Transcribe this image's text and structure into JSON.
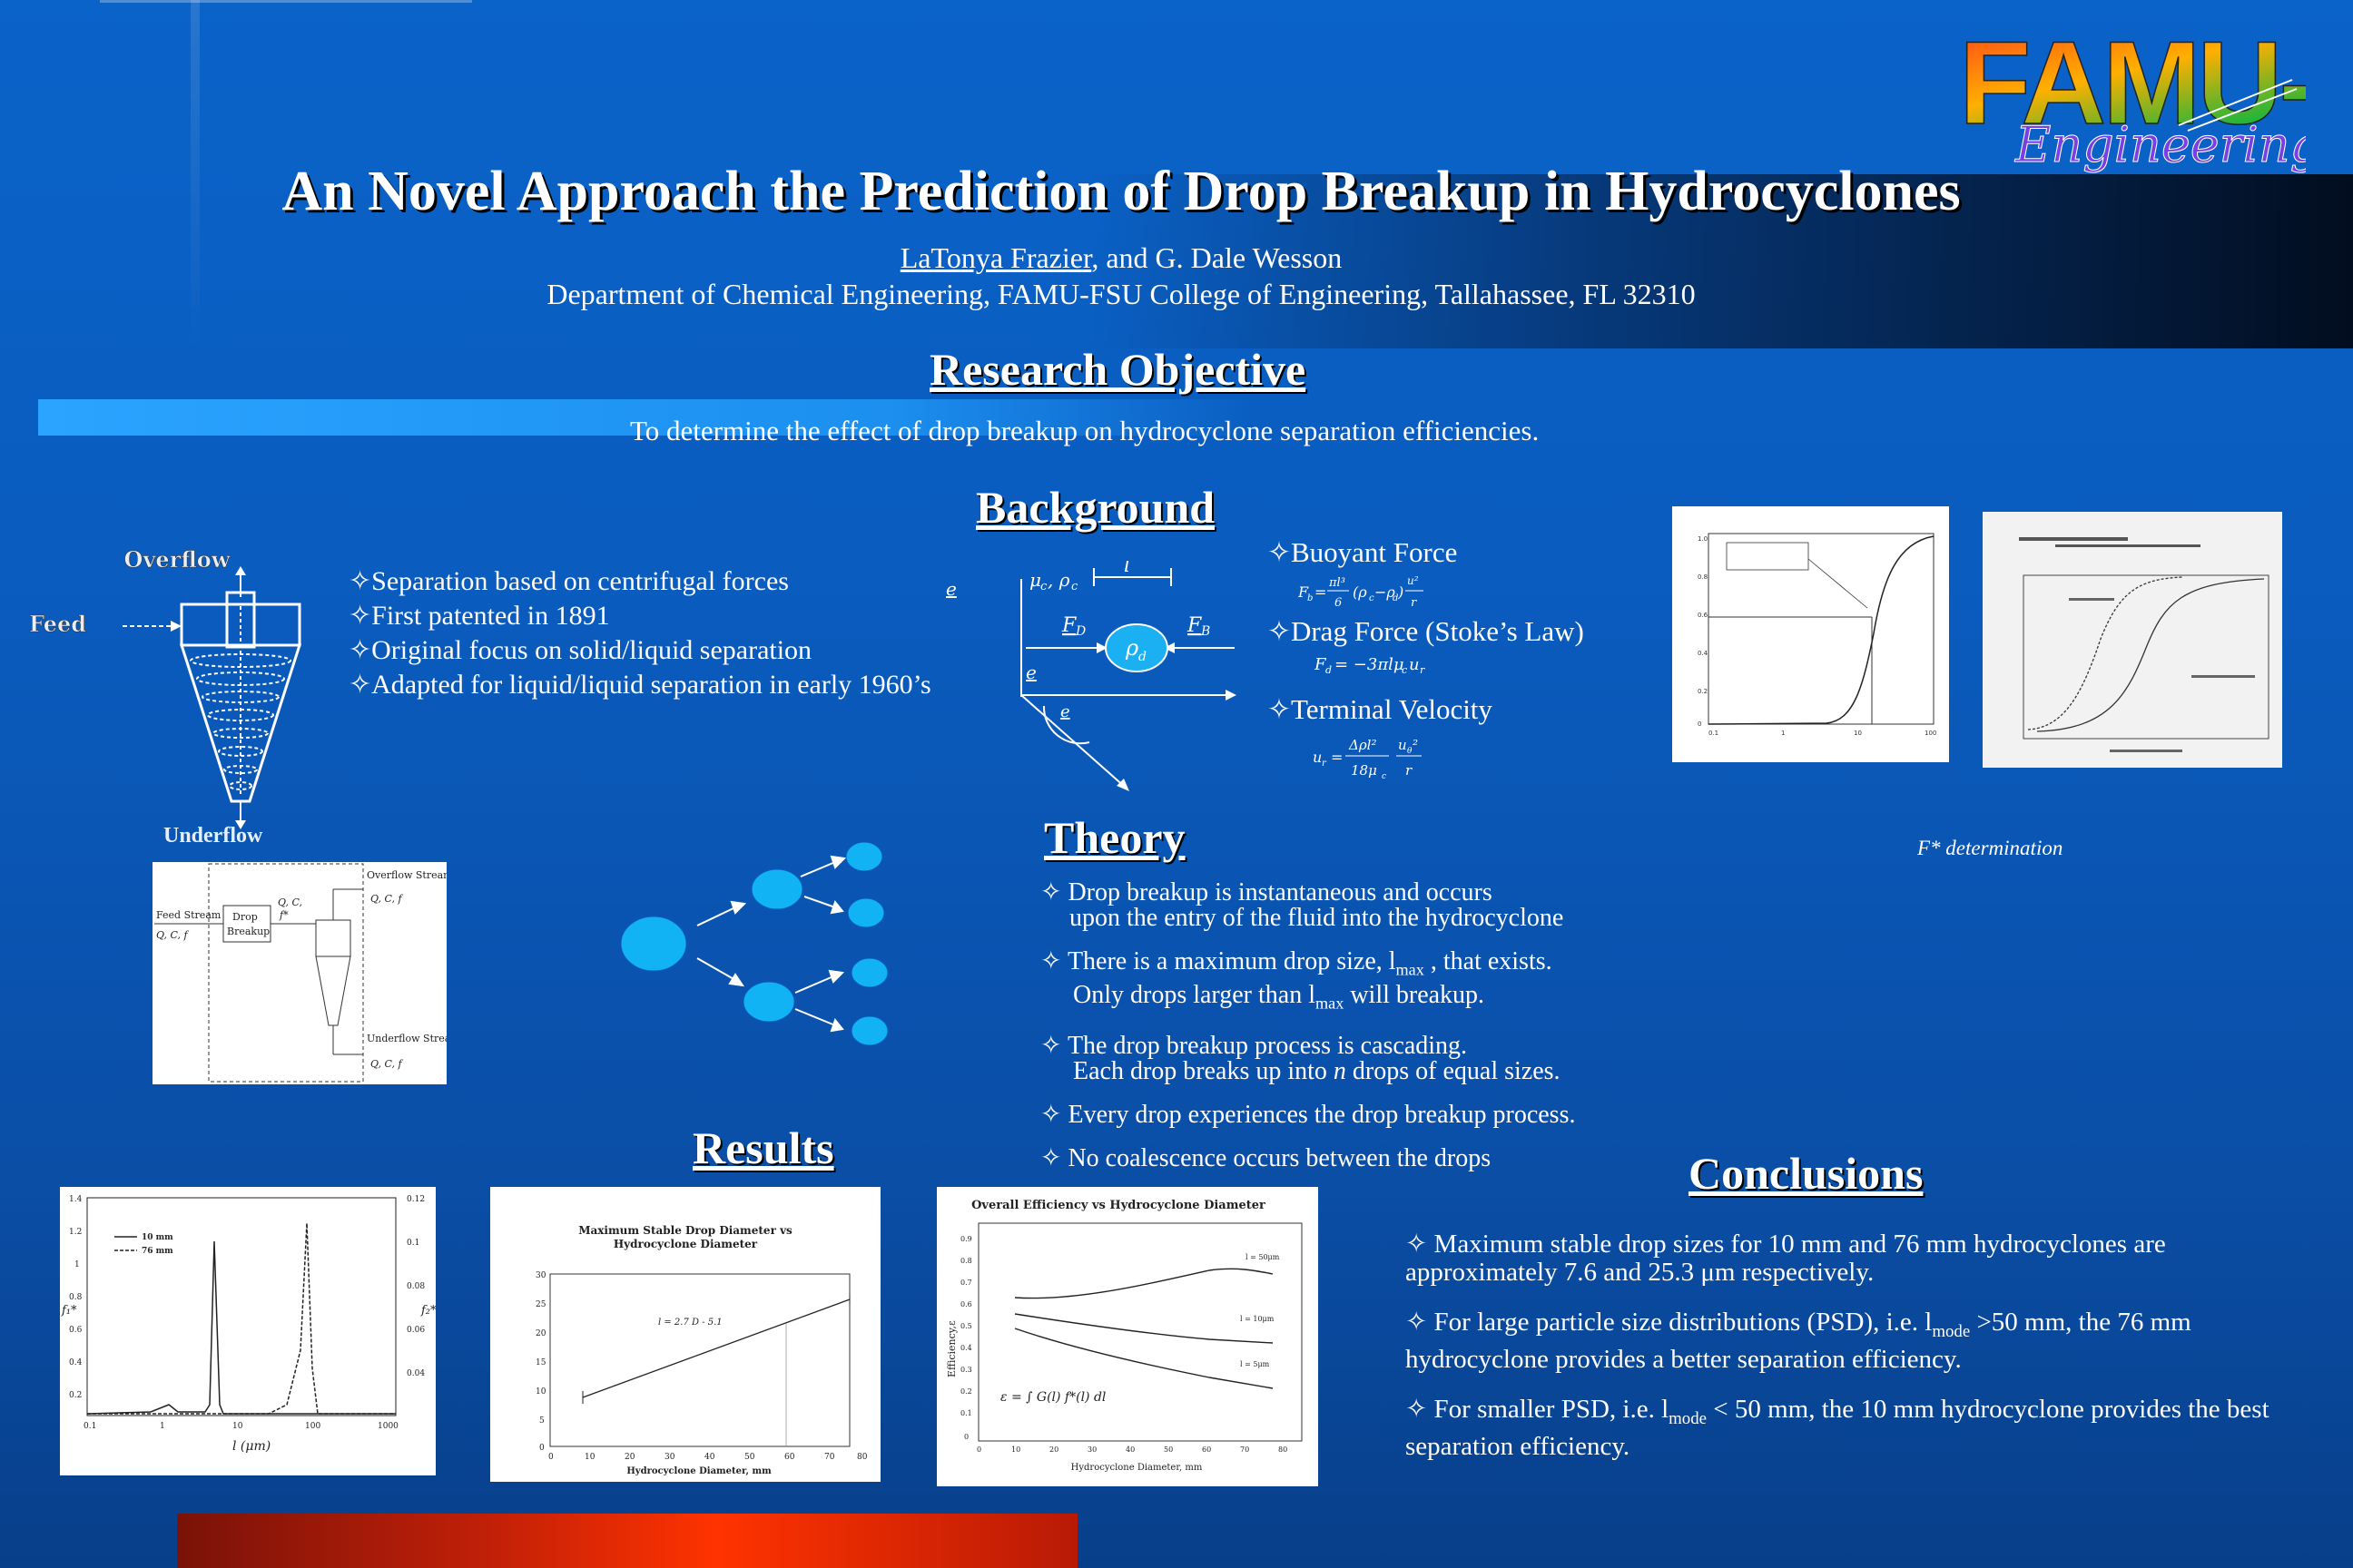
{
  "header": {
    "title": "An Novel Approach the Prediction of Drop Breakup in Hydrocyclones",
    "author_1": "LaTonya Frazier",
    "author_rest": ", and G. Dale Wesson",
    "department": "Department of Chemical Engineering, FAMU-FSU College of Engineering, Tallahassee, FL 32310",
    "logo_main": "FAMU-FSU",
    "logo_sub": "Engineering"
  },
  "objective": {
    "heading": "Research Objective",
    "text": "To determine the effect of drop breakup on hydrocyclone separation efficiencies."
  },
  "background": {
    "heading": "Background",
    "labels": {
      "overflow": "Overflow",
      "feed": "Feed",
      "underflow": "Underflow"
    },
    "bullets": [
      "✧Separation based on centrifugal forces",
      "✧First patented in 1891",
      "✧Original focus on solid/liquid separation",
      "✧Adapted for liquid/liquid separation in early 1960’s"
    ],
    "forces": {
      "buoyant": "✧Buoyant Force",
      "drag": "✧Drag Force (Stoke’s Law)",
      "terminal": "✧Terminal Velocity"
    },
    "diagram": {
      "feed_stream": "Feed Stream",
      "drop_breakup": "Drop Breakup",
      "overflow_stream": "Overflow Stream",
      "underflow_stream": "Underflow Stream"
    },
    "fstar_caption": "F* determination"
  },
  "theory": {
    "heading": "Theory",
    "items": [
      {
        "l1": "✧ Drop breakup is instantaneous and occurs",
        "l2": "upon the entry of the fluid into the hydrocyclone"
      },
      {
        "l1": "✧ There is a maximum drop size, l",
        "l1_sub": "max",
        "l1_end": " , that exists.",
        "l2": "Only drops larger than l",
        "l2_sub": "max",
        "l2_end": " will breakup."
      },
      {
        "l1": "✧ The drop breakup process is cascading.",
        "l2a": "Each drop breaks up into ",
        "l2_n": "n",
        "l2b": " drops of equal sizes."
      },
      {
        "l1": "✧ Every drop experiences the drop breakup process."
      },
      {
        "l1": "✧  No coalescence occurs between the drops"
      }
    ]
  },
  "results": {
    "heading": "Results",
    "chart1_title": "Maximum Stable Drop Diameter vs Hydrocyclone Diameter",
    "chart1_xlabel": "Hydrocyclone Diameter, mm",
    "chart2_title": "Overall Efficiency vs Hydrocyclone Diameter",
    "chart2_xlabel": "Hydrocyclone Diameter, mm",
    "chart2_ylabel": "Efficiency,ε",
    "psd_legend_1": "10 mm",
    "psd_legend_2": "76 mm",
    "psd_xlabel": "l (μm)"
  },
  "conclusions": {
    "heading": "Conclusions",
    "p1": "✧  Maximum stable drop sizes for 10 mm and 76 mm hydrocyclones are approximately 7.6 and 25.3 μm respectively.",
    "p2a": "✧  For large particle size distributions (PSD), i.e. l",
    "p2sub": "mode",
    "p2b": " >50 mm, the 76 mm hydrocyclone provides a better separation efficiency.",
    "p3a": "✧  For smaller PSD, i.e. l",
    "p3sub": "mode",
    "p3b": " < 50 mm, the 10 mm hydrocyclone provides the best separation efficiency."
  },
  "colors": {
    "background": "#0a5bbd",
    "accent_band": "#2aa4ff",
    "bottom_bar": "#ff3300",
    "drop_fill": "#11b6f5"
  }
}
